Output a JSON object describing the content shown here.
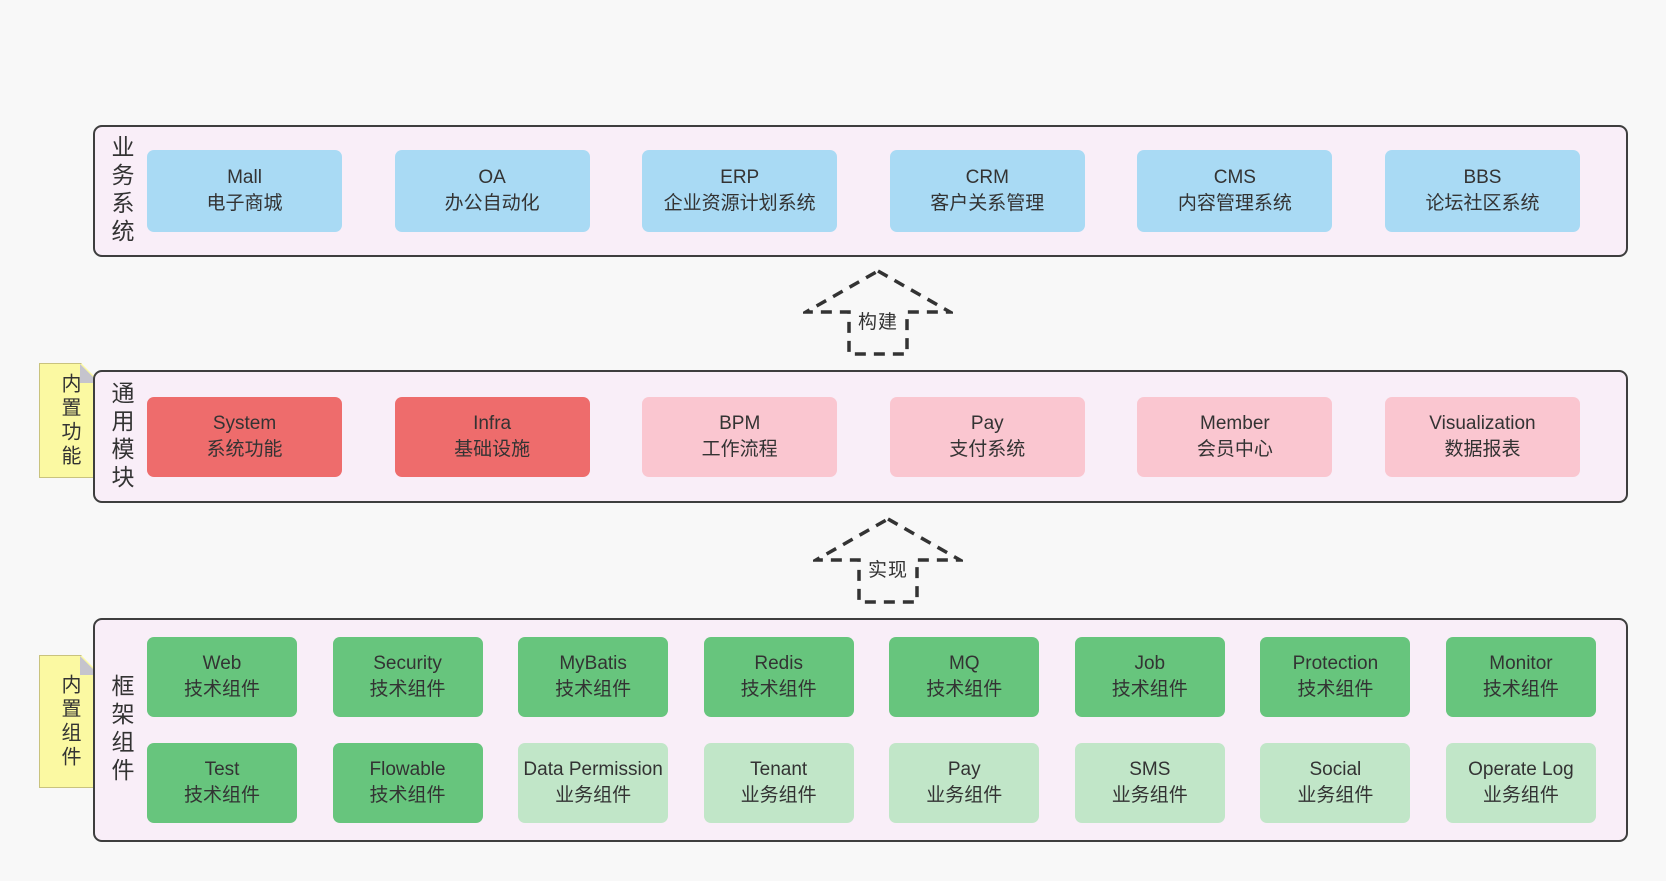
{
  "colors": {
    "page_bg": "#f8f8f8",
    "panel_bg": "#f9eef8",
    "panel_border": "#3e3e3e",
    "blue": "#a9daf4",
    "red": "#ee6c6c",
    "pink": "#fac6d0",
    "green": "#67c57d",
    "green_light": "#c1e6c8",
    "note_bg": "#fbf9a2",
    "note_fold": "#c5c4cd",
    "text": "#333333"
  },
  "arrows": {
    "build": {
      "label": "构建"
    },
    "implement": {
      "label": "实现"
    }
  },
  "sections": {
    "business": {
      "label": "业务系统",
      "boxes": [
        {
          "title": "Mall",
          "subtitle": "电子商城"
        },
        {
          "title": "OA",
          "subtitle": "办公自动化"
        },
        {
          "title": "ERP",
          "subtitle": "企业资源计划系统"
        },
        {
          "title": "CRM",
          "subtitle": "客户关系管理"
        },
        {
          "title": "CMS",
          "subtitle": "内容管理系统"
        },
        {
          "title": "BBS",
          "subtitle": "论坛社区系统"
        }
      ]
    },
    "modules": {
      "label": "通用模块",
      "note": "内置功能",
      "boxes": [
        {
          "title": "System",
          "subtitle": "系统功能"
        },
        {
          "title": "Infra",
          "subtitle": "基础设施"
        },
        {
          "title": "BPM",
          "subtitle": "工作流程"
        },
        {
          "title": "Pay",
          "subtitle": "支付系统"
        },
        {
          "title": "Member",
          "subtitle": "会员中心"
        },
        {
          "title": "Visualization",
          "subtitle": "数据报表"
        }
      ]
    },
    "components": {
      "label": "框架组件",
      "note": "内置组件",
      "row1": [
        {
          "title": "Web",
          "subtitle": "技术组件"
        },
        {
          "title": "Security",
          "subtitle": "技术组件"
        },
        {
          "title": "MyBatis",
          "subtitle": "技术组件"
        },
        {
          "title": "Redis",
          "subtitle": "技术组件"
        },
        {
          "title": "MQ",
          "subtitle": "技术组件"
        },
        {
          "title": "Job",
          "subtitle": "技术组件"
        },
        {
          "title": "Protection",
          "subtitle": "技术组件"
        },
        {
          "title": "Monitor",
          "subtitle": "技术组件"
        }
      ],
      "row2": [
        {
          "title": "Test",
          "subtitle": "技术组件"
        },
        {
          "title": "Flowable",
          "subtitle": "技术组件"
        },
        {
          "title": "Data Permission",
          "subtitle": "业务组件"
        },
        {
          "title": "Tenant",
          "subtitle": "业务组件"
        },
        {
          "title": "Pay",
          "subtitle": "业务组件"
        },
        {
          "title": "SMS",
          "subtitle": "业务组件"
        },
        {
          "title": "Social",
          "subtitle": "业务组件"
        },
        {
          "title": "Operate Log",
          "subtitle": "业务组件"
        }
      ]
    }
  }
}
